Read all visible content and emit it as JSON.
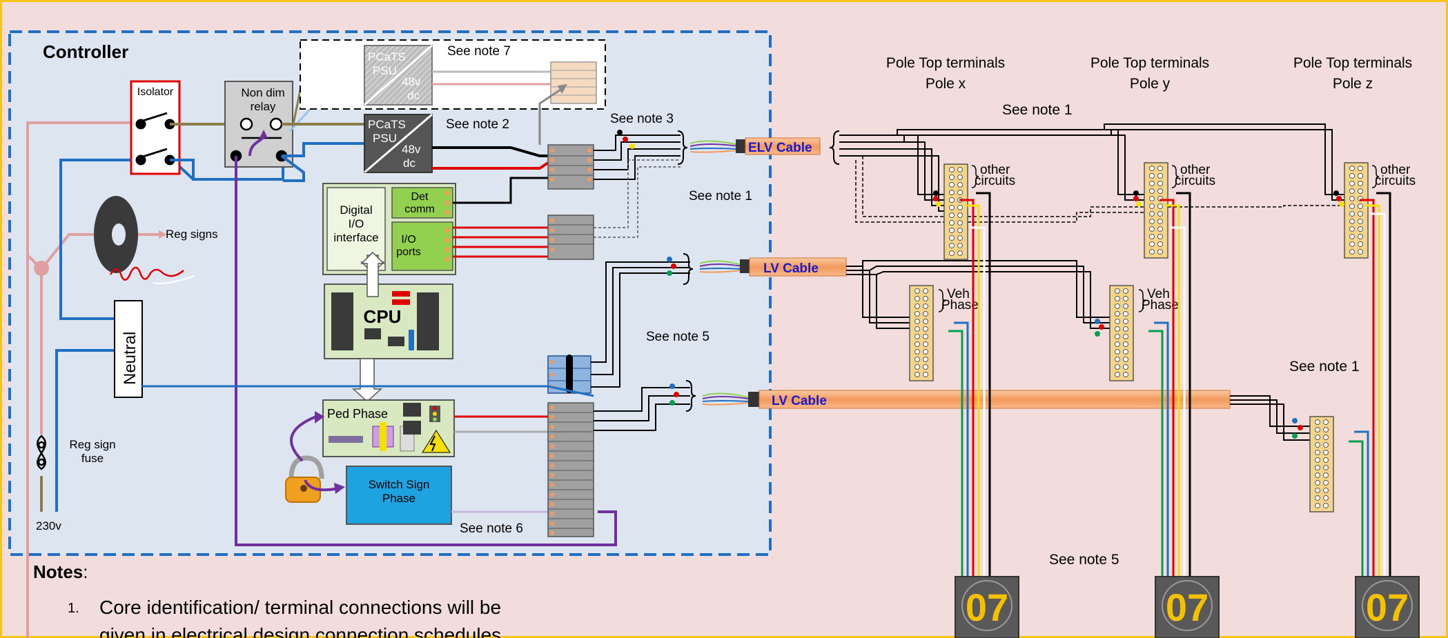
{
  "colors": {
    "page_bg": "#f2dcdc",
    "frame": "#f5c518",
    "controller_bg": "#dde5f0",
    "controller_border": "#1f6fc4",
    "cable_orange": "#f4a06a",
    "cable_text": "#1a1acc",
    "brown_wire": "#8a7d4a",
    "blue_wire": "#1f6fc4",
    "pink_wire": "#e0a0a0",
    "purple_wire": "#7030a0",
    "red_wire": "#e00000",
    "green_box": "#92d050",
    "cpu_box": "#d8e8c0",
    "switch_sign": "#1ea3e0",
    "terminal_yellow": "#f5d58a",
    "display_bg": "#595959",
    "display_digit": "#f5c000"
  },
  "controller": {
    "title": "Controller",
    "isolator": "Isolator",
    "relay": [
      "Non dim",
      "relay"
    ],
    "psu_top": [
      "PCaTS",
      "PSU",
      "48v",
      "dc"
    ],
    "psu_bottom": [
      "PCaTS",
      "PSU",
      "48v",
      "dc"
    ],
    "digital_io": [
      "Digital",
      "I/O",
      "interface"
    ],
    "det_comm": [
      "Det",
      "comm"
    ],
    "io_ports": [
      "I/O",
      "ports"
    ],
    "cpu": "CPU",
    "ped_phase": "Ped Phase",
    "switch_sign": [
      "Switch Sign",
      "Phase"
    ],
    "reg_signs": "Reg signs",
    "neutral": "Neutral",
    "reg_sign_fuse": [
      "Reg sign",
      "fuse"
    ],
    "supply": "230v"
  },
  "notes_in_diagram": {
    "note7": "See note 7",
    "note2": "See note 2",
    "note3": "See note 3",
    "note1_a": "See note 1",
    "note5_a": "See note 5",
    "note6": "See note 6",
    "note1_b": "See note 1",
    "note1_c": "See note 1",
    "note5_b": "See note 5"
  },
  "cables": {
    "elv": "ELV Cable",
    "lv1": "LV Cable",
    "lv2": "LV Cable"
  },
  "poles": [
    {
      "line1": "Pole Top terminals",
      "line2": "Pole x",
      "other": [
        "other",
        "circuits"
      ],
      "veh": [
        "Veh",
        "Phase"
      ],
      "display": "07"
    },
    {
      "line1": "Pole Top terminals",
      "line2": "Pole y",
      "other": [
        "other",
        "circuits"
      ],
      "veh": [
        "Veh",
        "Phase"
      ],
      "display": "07"
    },
    {
      "line1": "Pole Top terminals",
      "line2": "Pole z",
      "other": [
        "other",
        "circuits"
      ],
      "display": "07"
    }
  ],
  "notes": {
    "heading": "Notes",
    "heading_suffix": ":",
    "items": [
      {
        "num": "1.",
        "text": "Core identification/ terminal connections will be",
        "text2": "given in electrical design connection schedules."
      }
    ]
  }
}
